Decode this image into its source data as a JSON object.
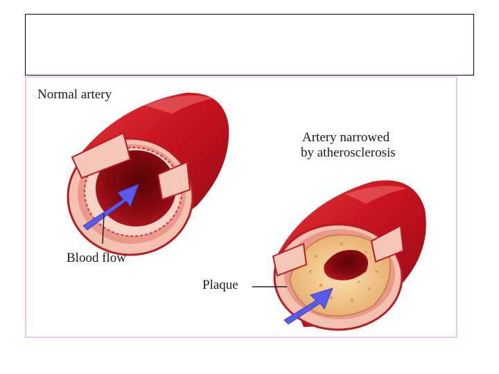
{
  "slide": {
    "title": ""
  },
  "diagram": {
    "labels": {
      "normal_artery": "Normal artery",
      "narrowed_line1": "Artery narrowed",
      "narrowed_line2": "by atherosclerosis",
      "blood_flow": "Blood flow",
      "plaque": "Plaque"
    },
    "colors": {
      "artery_red": "#c8121f",
      "artery_dark": "#7a0a10",
      "wall_pink": "#f2b7a8",
      "plaque_yellow": "#f2c98a",
      "arrow_blue": "#5a5bea",
      "panel_border": "#f1c6ee"
    }
  }
}
